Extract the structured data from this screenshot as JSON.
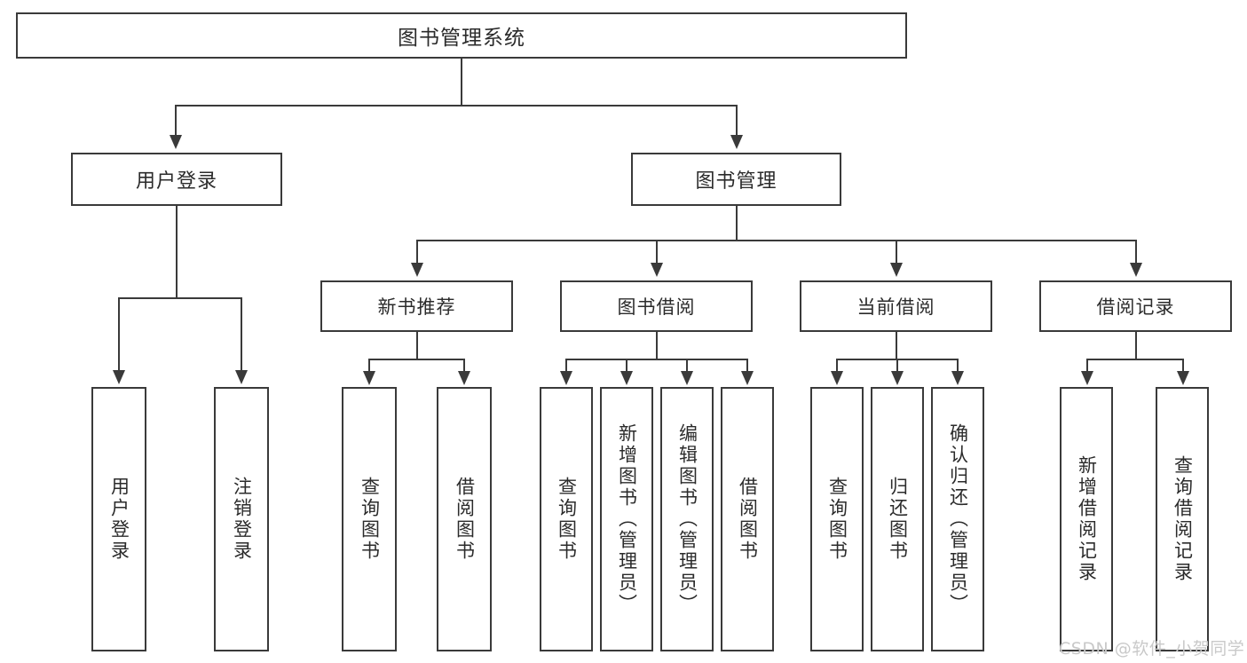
{
  "diagram": {
    "title": "图书管理系统",
    "type": "tree-hierarchy-diagram",
    "colors": {
      "stroke": "#3a3a3a",
      "fill": "#ffffff",
      "text": "#2b2b2b",
      "watermark": "#c9c9c9"
    },
    "root": {
      "label": "图书管理系统"
    },
    "level2": [
      {
        "label": "用户登录"
      },
      {
        "label": "图书管理"
      }
    ],
    "level3": [
      {
        "label": "新书推荐"
      },
      {
        "label": "图书借阅"
      },
      {
        "label": "当前借阅"
      },
      {
        "label": "借阅记录"
      }
    ],
    "leaves": [
      {
        "label": "用户登录"
      },
      {
        "label": "注销登录"
      },
      {
        "label": "查询图书"
      },
      {
        "label": "借阅图书"
      },
      {
        "label": "查询图书"
      },
      {
        "label": "新增图书（管理员）"
      },
      {
        "label": "编辑图书（管理员）"
      },
      {
        "label": "借阅图书"
      },
      {
        "label": "查询图书"
      },
      {
        "label": "归还图书"
      },
      {
        "label": "确认归还（管理员）"
      },
      {
        "label": "新增借阅记录"
      },
      {
        "label": "查询借阅记录"
      }
    ]
  },
  "watermark": {
    "text": "CSDN @软件_小贺同学"
  }
}
